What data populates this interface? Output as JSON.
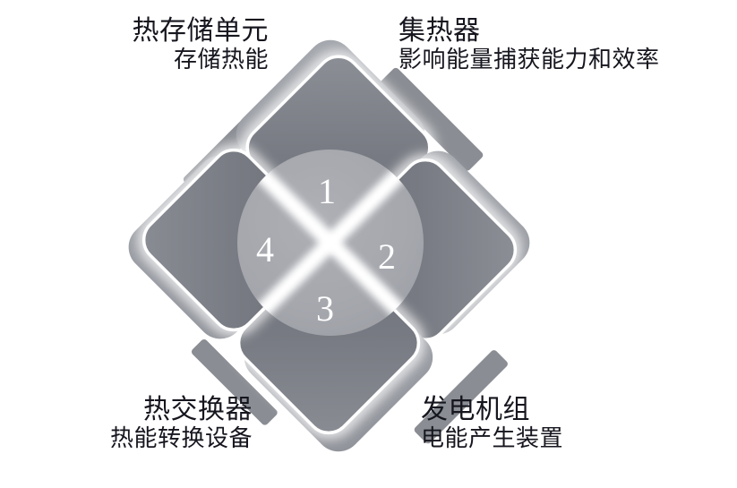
{
  "diagram": {
    "type": "four-petal-diamond-cycle",
    "center": {
      "segments": [
        {
          "number": "1",
          "position": "top"
        },
        {
          "number": "2",
          "position": "right"
        },
        {
          "number": "3",
          "position": "bottom"
        },
        {
          "number": "4",
          "position": "left"
        }
      ]
    },
    "petals": [
      {
        "id": "petal-1",
        "number": "1",
        "position": "top",
        "title": "热存储单元",
        "subtitle": "存储热能",
        "align": "right"
      },
      {
        "id": "petal-2",
        "number": "2",
        "position": "right",
        "title": "集热器",
        "subtitle": "影响能量捕获能力和效率",
        "align": "left"
      },
      {
        "id": "petal-3",
        "number": "3",
        "position": "bottom",
        "title": "热交换器",
        "subtitle": "热能转换设备",
        "align": "right"
      },
      {
        "id": "petal-4",
        "number": "4",
        "position": "left",
        "title": "发电机组",
        "subtitle": "电能产生装置",
        "align": "left"
      }
    ],
    "colors": {
      "background": "#ffffff",
      "petal_inner_dark": "#757880",
      "petal_outer_gray": "#9a9da3",
      "center_circle": "#a9abb0",
      "accent_bar": "#8a8d93",
      "outline_white": "#ffffff",
      "text_dark": "#16161f",
      "number_text": "#ffffff"
    }
  }
}
